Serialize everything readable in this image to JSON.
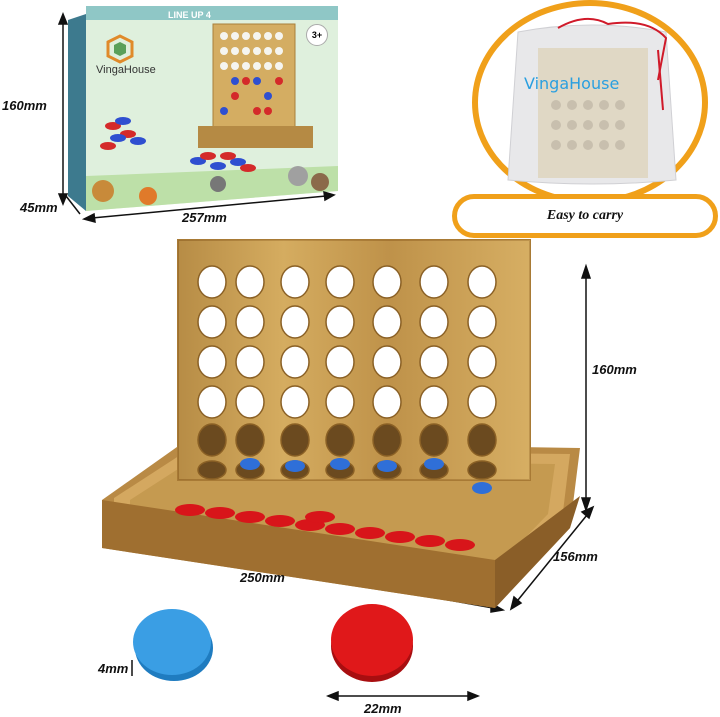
{
  "package": {
    "brand": "VingaHouse",
    "product_name": "LINE UP 4",
    "age_badge": "3+",
    "height": "160mm",
    "depth": "45mm",
    "width": "257mm"
  },
  "bag": {
    "brand": "VingaHouse",
    "caption": "Easy to carry"
  },
  "board": {
    "height": "160mm",
    "width": "250mm",
    "depth": "156mm",
    "columns": 7,
    "rows": 6
  },
  "discs": {
    "thickness": "4mm",
    "diameter": "22mm",
    "colors": {
      "blue": "#3a9ee4",
      "red": "#e0181a",
      "wood": "#c9a258",
      "accent": "#f0a01a"
    }
  }
}
